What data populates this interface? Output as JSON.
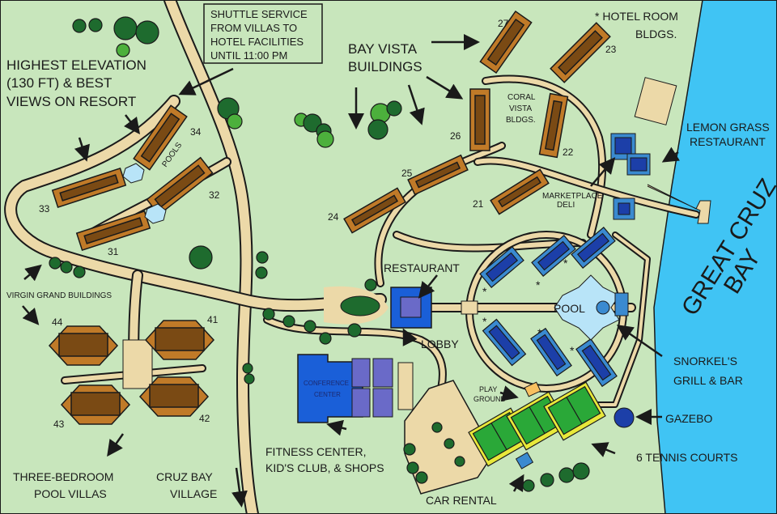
{
  "map": {
    "colors": {
      "land": "#c8e6bc",
      "water": "#40c4f4",
      "road": "#ecd9a8",
      "villa_roof": "#c07a28",
      "villa_inner": "#7a4a14",
      "hotel_building": "#3a8ad0",
      "hotel_inner": "#1c3fa8",
      "lobby": "#1a5fd8",
      "conference": "#1a5fd8",
      "pool": "#b8e4f8",
      "tennis_court": "#2aa838",
      "tennis_border": "#e8e83a",
      "tree_dark": "#1e6b2e",
      "tree_light": "#4cb03c",
      "gazebo": "#1c3fa8",
      "playground": "#f8c060"
    },
    "shuttle_box": {
      "lines": [
        "SHUTTLE SERVICE",
        "FROM VILLAS TO",
        "HOTEL FACILITIES",
        "UNTIL 11:00 PM"
      ]
    },
    "labels": {
      "highest_elevation": [
        "HIGHEST ELEVATION",
        "(130 FT) & BEST",
        "VIEWS ON RESORT"
      ],
      "bay_vista": [
        "BAY VISTA",
        "BUILDINGS"
      ],
      "hotel_room": [
        "* HOTEL ROOM",
        "BLDGS."
      ],
      "coral_vista": [
        "CORAL",
        "VISTA",
        "BLDGS."
      ],
      "lemon_grass": [
        "LEMON GRASS",
        "RESTAURANT"
      ],
      "marketplace": [
        "MARKETPLACE",
        "DELI"
      ],
      "pools": "POOLS",
      "virgin_grand": "VIRGIN GRAND BUILDINGS",
      "restaurant": "RESTAURANT",
      "lobby": "LOBBY",
      "pool": "POOL",
      "conference": [
        "CONFERENCE",
        "CENTER"
      ],
      "play_ground": [
        "PLAY",
        "GROUND"
      ],
      "snorkels": [
        "SNORKEL'S",
        "GRILL & BAR"
      ],
      "gazebo": "GAZEBO",
      "tennis": "6 TENNIS COURTS",
      "fitness": [
        "FITNESS CENTER,",
        "KID'S CLUB, & SHOPS"
      ],
      "car_rental": "CAR RENTAL",
      "three_bedroom": [
        "THREE-BEDROOM",
        "POOL VILLAS"
      ],
      "cruz_bay_village": [
        "CRUZ BAY",
        "VILLAGE"
      ],
      "great_cruz_bay": [
        "GREAT CRUZ",
        "BAY"
      ]
    },
    "building_numbers": {
      "b21": "21",
      "b22": "22",
      "b23": "23",
      "b24": "24",
      "b25": "25",
      "b26": "26",
      "b27": "27",
      "b31": "31",
      "b32": "32",
      "b33": "33",
      "b34": "34",
      "b41": "41",
      "b42": "42",
      "b43": "43",
      "b44": "44"
    },
    "asterisk": "*"
  }
}
